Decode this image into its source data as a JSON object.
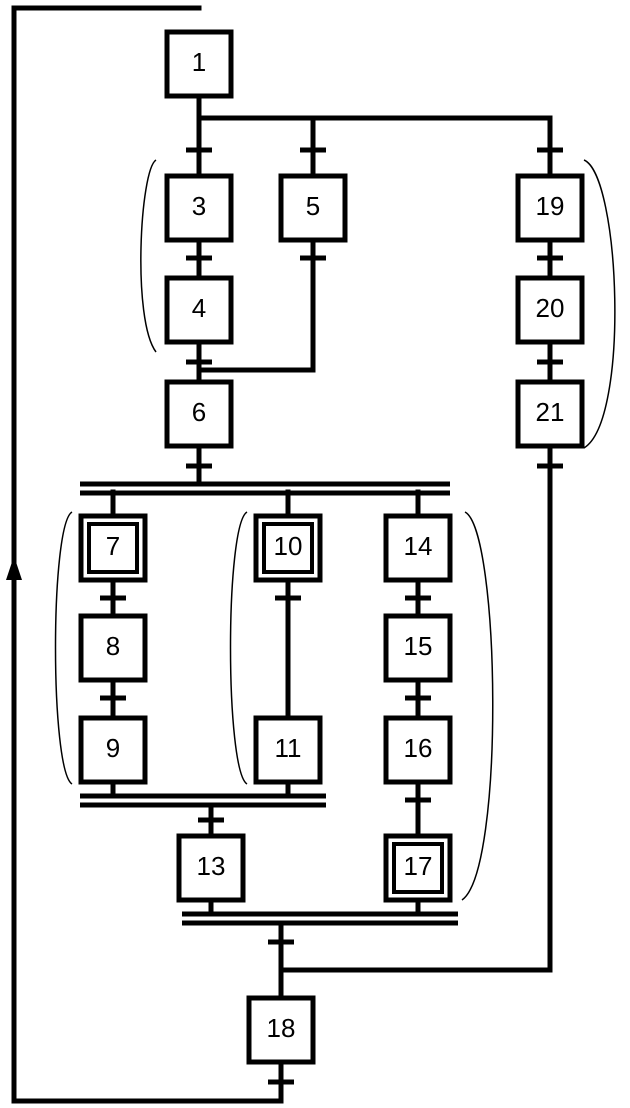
{
  "diagram": {
    "type": "grafcet-sfc",
    "colors": {
      "line": "#000000",
      "background": "#ffffff"
    },
    "steps": [
      {
        "id": "1",
        "label": "1",
        "initial": false
      },
      {
        "id": "3",
        "label": "3",
        "initial": false
      },
      {
        "id": "4",
        "label": "4",
        "initial": false
      },
      {
        "id": "5",
        "label": "5",
        "initial": false
      },
      {
        "id": "6",
        "label": "6",
        "initial": false
      },
      {
        "id": "19",
        "label": "19",
        "initial": false
      },
      {
        "id": "20",
        "label": "20",
        "initial": false
      },
      {
        "id": "21",
        "label": "21",
        "initial": false
      },
      {
        "id": "7",
        "label": "7",
        "initial": true
      },
      {
        "id": "8",
        "label": "8",
        "initial": false
      },
      {
        "id": "9",
        "label": "9",
        "initial": false
      },
      {
        "id": "10",
        "label": "10",
        "initial": true
      },
      {
        "id": "11",
        "label": "11",
        "initial": false
      },
      {
        "id": "14",
        "label": "14",
        "initial": false
      },
      {
        "id": "15",
        "label": "15",
        "initial": false
      },
      {
        "id": "16",
        "label": "16",
        "initial": false
      },
      {
        "id": "13",
        "label": "13",
        "initial": false
      },
      {
        "id": "17",
        "label": "17",
        "initial": true
      },
      {
        "id": "18",
        "label": "18",
        "initial": false
      }
    ],
    "divergences": [
      {
        "kind": "or-divergence",
        "from": "1",
        "to": [
          "3",
          "5",
          "19"
        ]
      },
      {
        "kind": "or-convergence",
        "from": [
          "4",
          "5"
        ],
        "to": "6"
      },
      {
        "kind": "and-divergence",
        "from": "6",
        "to": [
          "7",
          "10",
          "14"
        ]
      },
      {
        "kind": "and-convergence",
        "from": [
          "9",
          "11"
        ],
        "to": "13"
      },
      {
        "kind": "and-convergence",
        "from": [
          "13",
          "17"
        ],
        "to": "18"
      },
      {
        "kind": "or-convergence",
        "from": [
          "21",
          "sync-13-17"
        ],
        "to": "18"
      },
      {
        "kind": "loop-back",
        "from": "18",
        "to": "1",
        "arrow": "up"
      }
    ],
    "brackets": [
      {
        "groups": [
          "3",
          "4"
        ],
        "side": "left"
      },
      {
        "groups": [
          "19",
          "20",
          "21"
        ],
        "side": "right"
      },
      {
        "groups": [
          "7",
          "8",
          "9"
        ],
        "side": "left"
      },
      {
        "groups": [
          "10",
          "11"
        ],
        "side": "left"
      },
      {
        "groups": [
          "14",
          "15",
          "16",
          "17"
        ],
        "side": "right"
      }
    ]
  }
}
